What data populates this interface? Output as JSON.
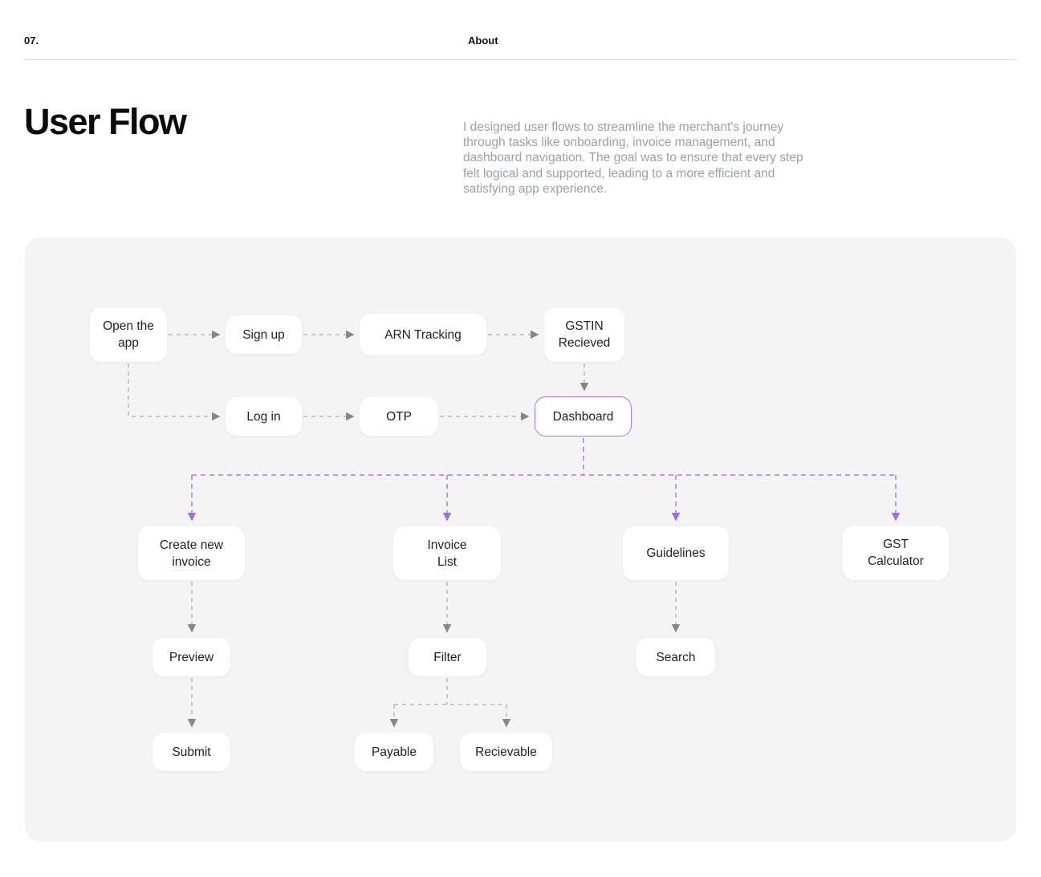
{
  "header": {
    "page_number": "07.",
    "nav_label": "About"
  },
  "hero": {
    "title": "User Flow",
    "description": "I designed user flows to streamline the merchant's journey through tasks like onboarding, invoice management, and dashboard navigation. The goal was to ensure that every step felt logical and supported, leading to a more efficient and satisfying app experience."
  },
  "colors": {
    "panel_bg": "#F4F4F5",
    "node_bg": "#FFFFFF",
    "accent_purple": "#A97AF5",
    "connector_purple": "#A87AF2",
    "connector_gray": "#B5B5BB",
    "arrowhead_gray": "#86868D",
    "text_dark": "#1F2127",
    "text_muted": "#9BA0A9"
  },
  "flowchart": {
    "highlighted_node": "Dashboard",
    "nodes": {
      "open_app": "Open the\napp",
      "sign_up": "Sign up",
      "arn_tracking": "ARN Tracking",
      "gstin_recieved": "GSTIN\nRecieved",
      "log_in": "Log in",
      "otp": "OTP",
      "dashboard": "Dashboard",
      "create_new_invoice": "Create new\ninvoice",
      "invoice_list": "Invoice\nList",
      "guidelines": "Guidelines",
      "gst_calculator": "GST\nCalculator",
      "preview": "Preview",
      "filter": "Filter",
      "search": "Search",
      "submit": "Submit",
      "payable": "Payable",
      "recievable": "Recievable"
    },
    "edges": [
      {
        "from": "open_app",
        "to": "sign_up",
        "style": "gray-dashed"
      },
      {
        "from": "sign_up",
        "to": "arn_tracking",
        "style": "gray-dashed"
      },
      {
        "from": "arn_tracking",
        "to": "gstin_recieved",
        "style": "gray-dashed"
      },
      {
        "from": "open_app",
        "to": "log_in",
        "style": "gray-dashed"
      },
      {
        "from": "log_in",
        "to": "otp",
        "style": "gray-dashed"
      },
      {
        "from": "otp",
        "to": "dashboard",
        "style": "gray-dashed"
      },
      {
        "from": "gstin_recieved",
        "to": "dashboard",
        "style": "gray-dashed"
      },
      {
        "from": "dashboard",
        "to": "create_new_invoice",
        "style": "purple-dashed"
      },
      {
        "from": "dashboard",
        "to": "invoice_list",
        "style": "purple-dashed"
      },
      {
        "from": "dashboard",
        "to": "guidelines",
        "style": "purple-dashed"
      },
      {
        "from": "dashboard",
        "to": "gst_calculator",
        "style": "purple-dashed"
      },
      {
        "from": "create_new_invoice",
        "to": "preview",
        "style": "gray-dashed"
      },
      {
        "from": "preview",
        "to": "submit",
        "style": "gray-dashed"
      },
      {
        "from": "invoice_list",
        "to": "filter",
        "style": "gray-dashed"
      },
      {
        "from": "filter",
        "to": "payable",
        "style": "gray-dashed"
      },
      {
        "from": "filter",
        "to": "recievable",
        "style": "gray-dashed"
      },
      {
        "from": "guidelines",
        "to": "search",
        "style": "gray-dashed"
      }
    ]
  }
}
